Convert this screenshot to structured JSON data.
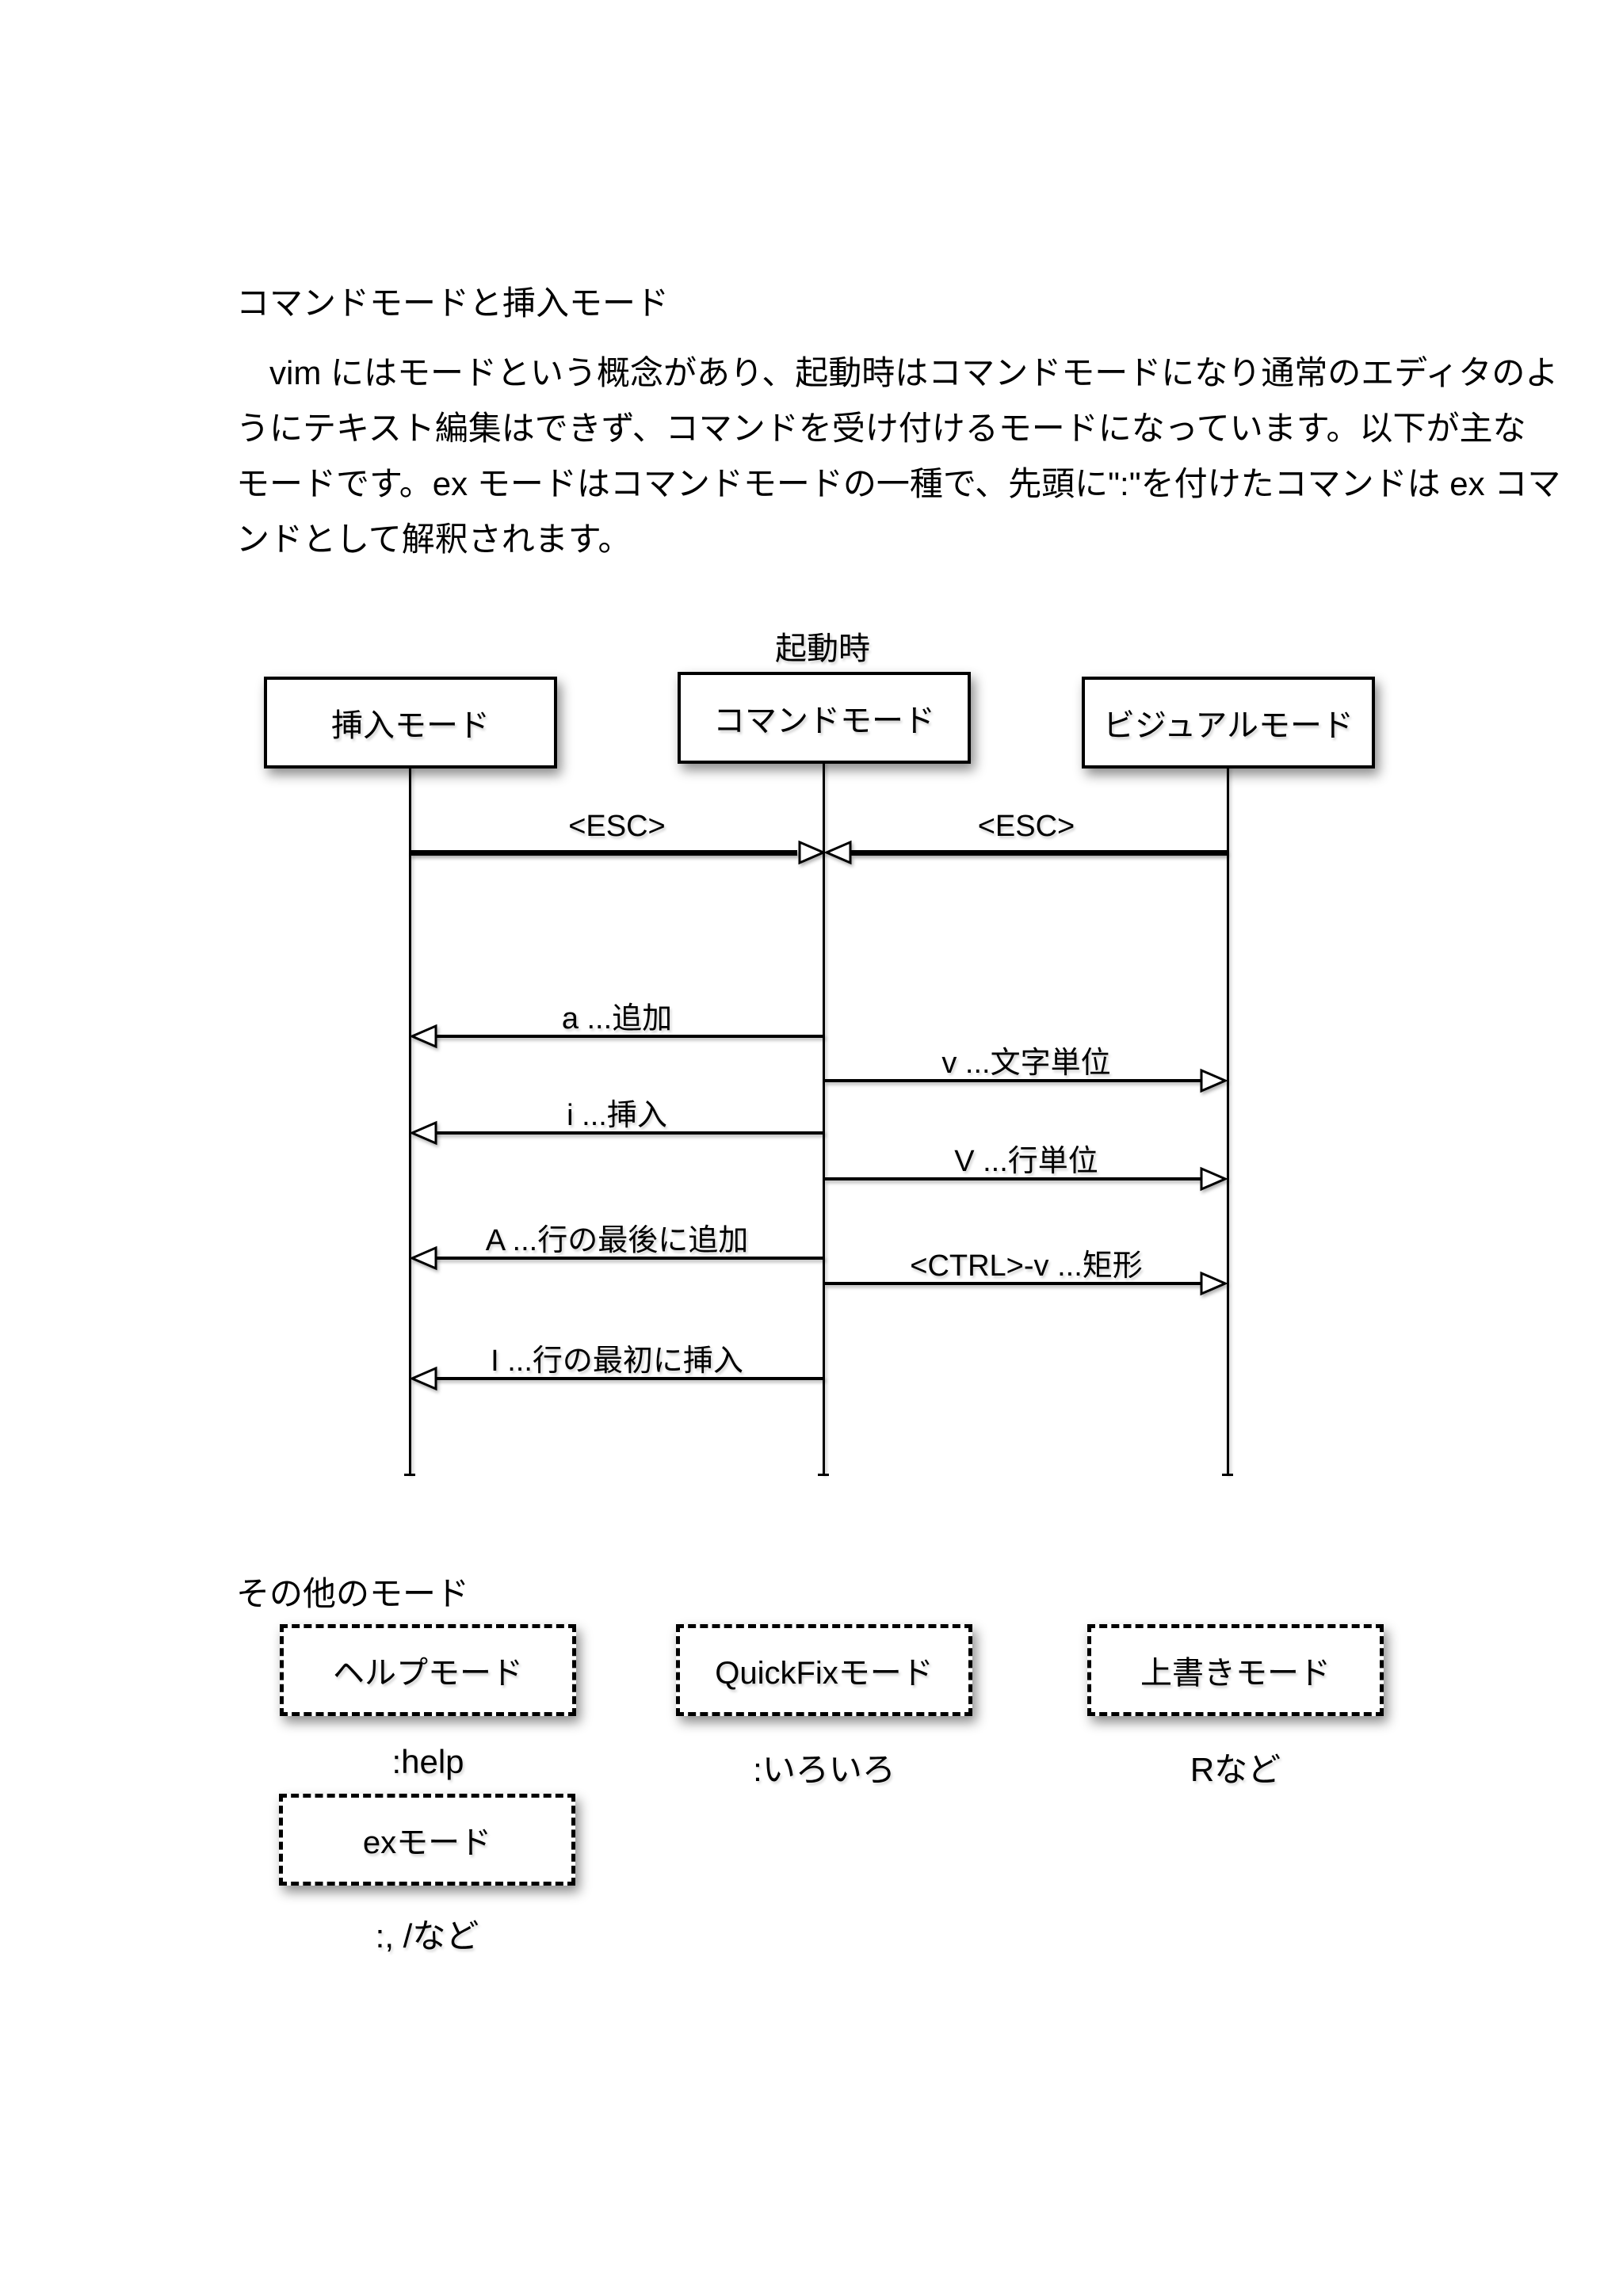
{
  "page": {
    "title": "コマンドモードと挿入モード",
    "paragraph_lines": [
      "　vim にはモードという概念があり、起動時はコマンドモードになり通常のエディタのよ",
      "うにテキスト編集はできず、コマンドを受け付けるモードになっています。以下が主な",
      "モードです。ex モードはコマンドモードの一種で、先頭に\":\"を付けたコマンドは ex コマ",
      "ンドとして解釈されます。"
    ]
  },
  "diagram": {
    "startup_label": "起動時",
    "actors": [
      {
        "label": "挿入モード"
      },
      {
        "label": "コマンドモード"
      },
      {
        "label": "ビジュアルモード"
      }
    ],
    "esc_messages": [
      {
        "label": "<ESC>",
        "from": "挿入モード",
        "to": "コマンドモード"
      },
      {
        "label": "<ESC>",
        "from": "ビジュアルモード",
        "to": "コマンドモード"
      }
    ],
    "messages": [
      {
        "label": "a ...追加",
        "from": "コマンドモード",
        "to": "挿入モード"
      },
      {
        "label": "v ...文字単位",
        "from": "コマンドモード",
        "to": "ビジュアルモード"
      },
      {
        "label": "i ...挿入",
        "from": "コマンドモード",
        "to": "挿入モード"
      },
      {
        "label": "V ...行単位",
        "from": "コマンドモード",
        "to": "ビジュアルモード"
      },
      {
        "label": "A ...行の最後に追加",
        "from": "コマンドモード",
        "to": "挿入モード"
      },
      {
        "label": "<CTRL>-v ...矩形",
        "from": "コマンドモード",
        "to": "ビジュアルモード"
      },
      {
        "label": "I ...行の最初に挿入",
        "from": "コマンドモード",
        "to": "挿入モード"
      }
    ]
  },
  "other_modes": {
    "heading": "その他のモード",
    "modes": [
      {
        "label": "ヘルプモード",
        "caption": ":help"
      },
      {
        "label": "QuickFixモード",
        "caption": ":いろいろ"
      },
      {
        "label": "上書きモード",
        "caption": "Rなど"
      },
      {
        "label": "exモード",
        "caption": ":, /など"
      }
    ]
  }
}
